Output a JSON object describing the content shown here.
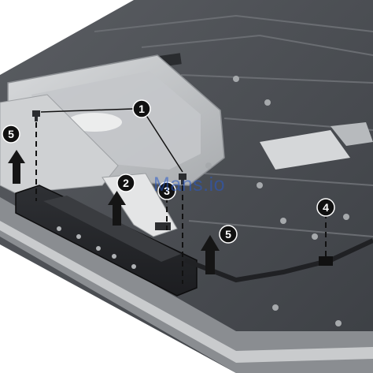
{
  "figure": {
    "watermark": "Mans.io",
    "callouts": [
      "1",
      "2",
      "3",
      "4",
      "5",
      "5"
    ]
  },
  "colors": {
    "chassis": "#4a4d52",
    "chassis_dark": "#2f3236",
    "bracket": "#b9bcbf",
    "bracket_light": "#d6d8da",
    "callout_fill": "#111111",
    "callout_text": "#ffffff",
    "arrow": "#151515",
    "watermark": "#3f6fd0"
  }
}
